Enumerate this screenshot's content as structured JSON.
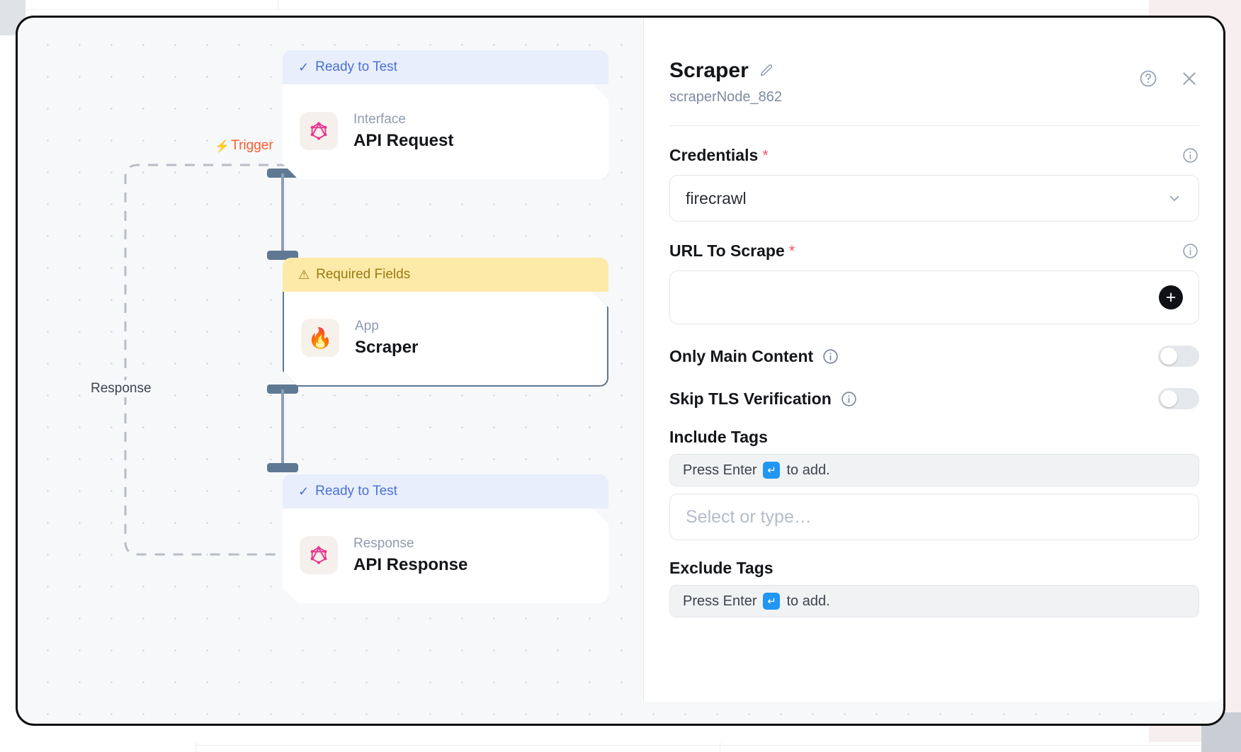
{
  "canvas": {
    "trigger_label": "Trigger",
    "trigger_icon": "lightning-bolt-icon",
    "response_label": "Response",
    "nodes": [
      {
        "status": "Ready to Test",
        "status_icon": "check-icon",
        "status_type": "ready",
        "kind": "Interface",
        "title": "API Request",
        "icon": "graphql-icon"
      },
      {
        "status": "Required Fields",
        "status_icon": "warning-triangle-icon",
        "status_type": "warning",
        "kind": "App",
        "title": "Scraper",
        "icon": "firecrawl-flame-icon"
      },
      {
        "status": "Ready to Test",
        "status_icon": "check-icon",
        "status_type": "ready",
        "kind": "Response",
        "title": "API Response",
        "icon": "graphql-icon"
      }
    ]
  },
  "panel": {
    "title": "Scraper",
    "edit_icon": "pencil-icon",
    "node_id": "scraperNode_862",
    "help_icon": "question-circle-icon",
    "close_icon": "close-icon",
    "fields": {
      "credentials": {
        "label": "Credentials",
        "required_mark": "*",
        "value": "firecrawl",
        "info_icon": "info-icon",
        "chevron_icon": "chevron-down-icon"
      },
      "url_to_scrape": {
        "label": "URL To Scrape",
        "required_mark": "*",
        "value": "",
        "info_icon": "info-icon",
        "add_icon": "plus-icon"
      },
      "only_main_content": {
        "label": "Only Main Content",
        "info_icon": "info-icon",
        "enabled": false
      },
      "skip_tls_verification": {
        "label": "Skip TLS Verification",
        "info_icon": "info-icon",
        "enabled": false
      },
      "include_tags": {
        "label": "Include Tags",
        "hint_before": "Press Enter",
        "hint_key": "↵",
        "hint_after": "to add.",
        "placeholder": "Select or type…"
      },
      "exclude_tags": {
        "label": "Exclude Tags",
        "hint_before": "Press Enter",
        "hint_key": "↵",
        "hint_after": "to add."
      }
    }
  },
  "colors": {
    "ready_bg": "#e8eefb",
    "ready_fg": "#4b6fd4",
    "warn_bg": "#fdeaa8",
    "warn_fg": "#9a7b12",
    "trigger": "#ff5a2d",
    "handle": "#5f7894",
    "required": "#f2556e",
    "enter_key": "#2196f3"
  }
}
